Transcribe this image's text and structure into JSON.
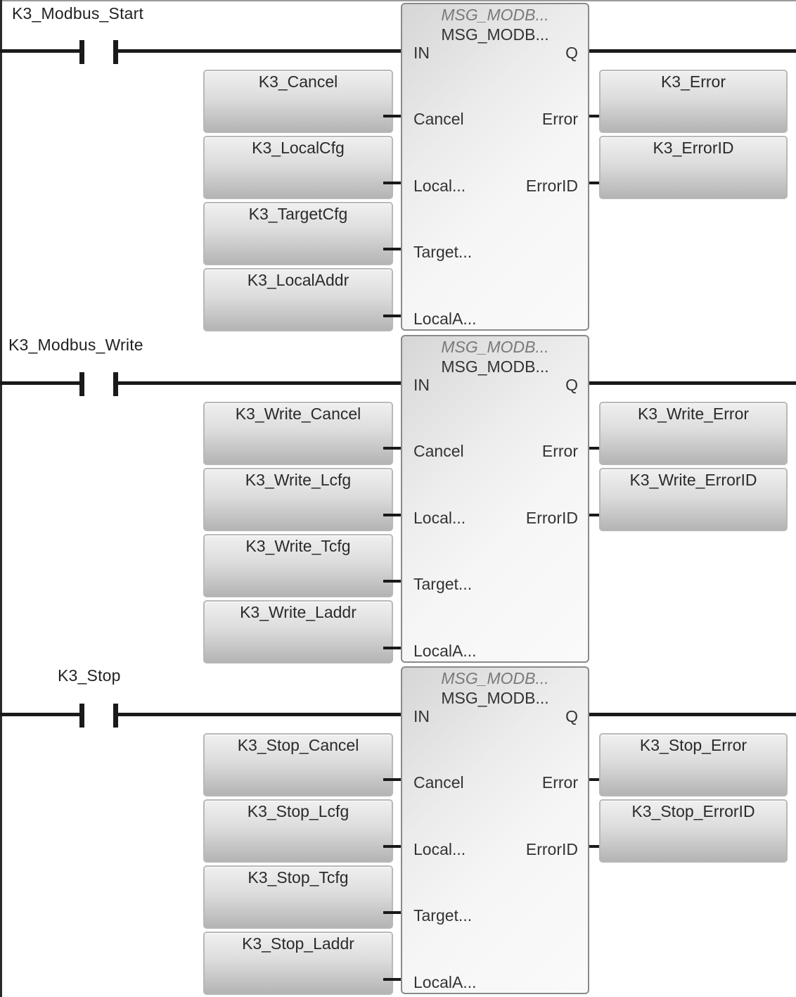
{
  "rungs": [
    {
      "contact_label": "K3_Modbus_Start",
      "block_type": "MSG_MODB...",
      "block_name": "MSG_MODB...",
      "pins": {
        "in": "IN",
        "q": "Q",
        "cancel": "Cancel",
        "error": "Error",
        "local": "Local...",
        "errorid": "ErrorID",
        "target": "Target...",
        "locala": "LocalA..."
      },
      "inputs": {
        "cancel": "K3_Cancel",
        "localcfg": "K3_LocalCfg",
        "targetcfg": "K3_TargetCfg",
        "localaddr": "K3_LocalAddr"
      },
      "outputs": {
        "error": "K3_Error",
        "errorid": "K3_ErrorID"
      }
    },
    {
      "contact_label": "K3_Modbus_Write",
      "block_type": "MSG_MODB...",
      "block_name": "MSG_MODB...",
      "pins": {
        "in": "IN",
        "q": "Q",
        "cancel": "Cancel",
        "error": "Error",
        "local": "Local...",
        "errorid": "ErrorID",
        "target": "Target...",
        "locala": "LocalA..."
      },
      "inputs": {
        "cancel": "K3_Write_Cancel",
        "localcfg": "K3_Write_Lcfg",
        "targetcfg": "K3_Write_Tcfg",
        "localaddr": "K3_Write_Laddr"
      },
      "outputs": {
        "error": "K3_Write_Error",
        "errorid": "K3_Write_ErrorID"
      }
    },
    {
      "contact_label": "K3_Stop",
      "block_type": "MSG_MODB...",
      "block_name": "MSG_MODB...",
      "pins": {
        "in": "IN",
        "q": "Q",
        "cancel": "Cancel",
        "error": "Error",
        "local": "Local...",
        "errorid": "ErrorID",
        "target": "Target...",
        "locala": "LocalA..."
      },
      "inputs": {
        "cancel": "K3_Stop_Cancel",
        "localcfg": "K3_Stop_Lcfg",
        "targetcfg": "K3_Stop_Tcfg",
        "localaddr": "K3_Stop_Laddr"
      },
      "outputs": {
        "error": "K3_Stop_Error",
        "errorid": "K3_Stop_ErrorID"
      }
    }
  ]
}
